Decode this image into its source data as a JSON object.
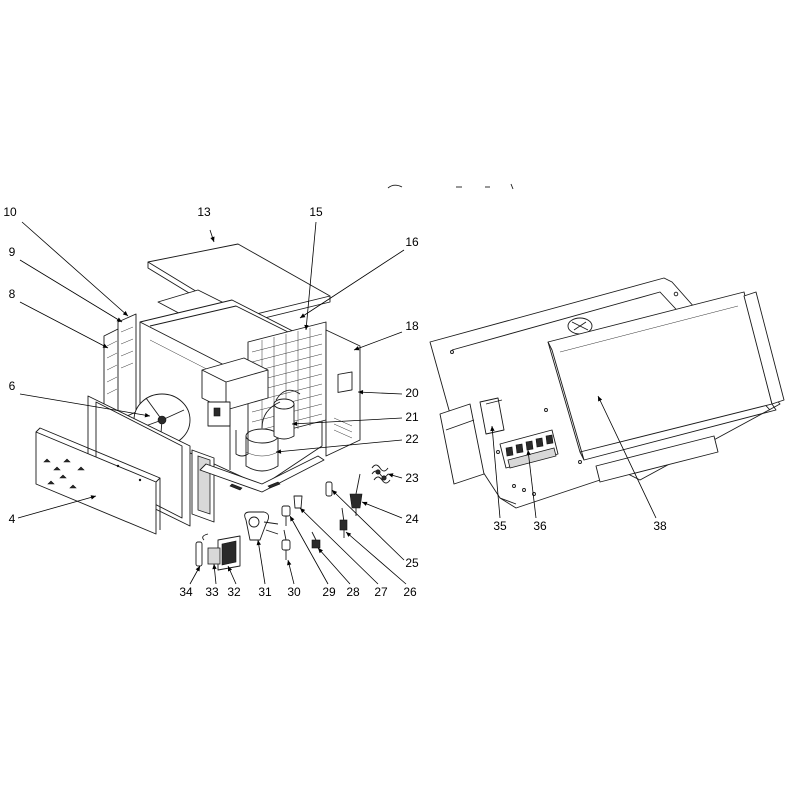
{
  "diagram": {
    "left_view": {
      "callouts": [
        {
          "id": "13",
          "label": "13"
        },
        {
          "id": "15",
          "label": "15"
        },
        {
          "id": "16",
          "label": "16"
        },
        {
          "id": "18",
          "label": "18"
        },
        {
          "id": "10",
          "label": "10"
        },
        {
          "id": "9",
          "label": "9"
        },
        {
          "id": "8",
          "label": "8"
        },
        {
          "id": "6",
          "label": "6"
        },
        {
          "id": "20",
          "label": "20"
        },
        {
          "id": "21",
          "label": "21"
        },
        {
          "id": "22",
          "label": "22"
        },
        {
          "id": "23",
          "label": "23"
        },
        {
          "id": "24",
          "label": "24"
        },
        {
          "id": "4",
          "label": "4"
        },
        {
          "id": "25",
          "label": "25"
        },
        {
          "id": "34",
          "label": "34"
        },
        {
          "id": "33",
          "label": "33"
        },
        {
          "id": "32",
          "label": "32"
        },
        {
          "id": "31",
          "label": "31"
        },
        {
          "id": "30",
          "label": "30"
        },
        {
          "id": "29",
          "label": "29"
        },
        {
          "id": "28",
          "label": "28"
        },
        {
          "id": "27",
          "label": "27"
        },
        {
          "id": "26",
          "label": "26"
        }
      ]
    },
    "right_view": {
      "callouts": [
        {
          "id": "35",
          "label": "35"
        },
        {
          "id": "36",
          "label": "36"
        },
        {
          "id": "38",
          "label": "38"
        }
      ]
    }
  }
}
